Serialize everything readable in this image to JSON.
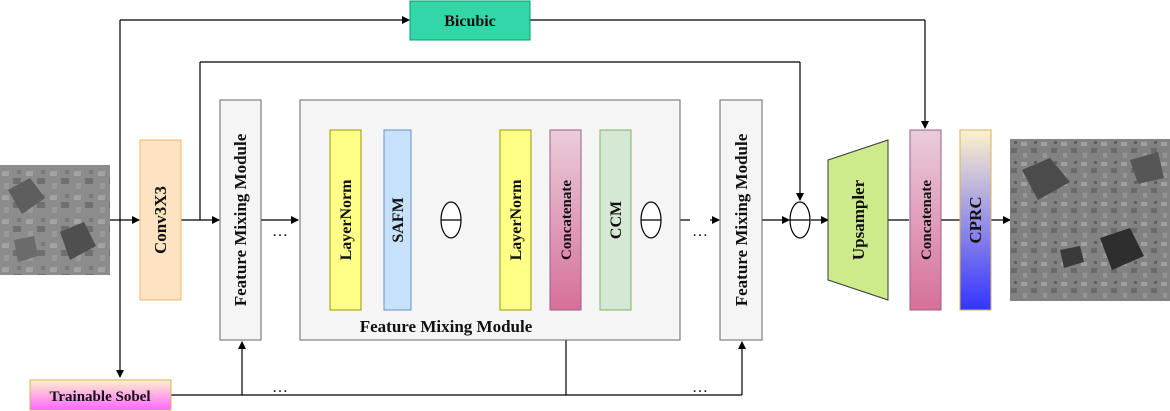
{
  "colors": {
    "bicubic_fill": "#33d6a6",
    "conv_fill": "#fde3c1",
    "conv_stroke": "#f5b56a",
    "fmm_fill": "#f5f5f5",
    "fmm_stroke": "#666666",
    "layernorm_fill": "#ffff88",
    "safm_fill": "#c7e0fb",
    "concat_top": "#eaccdc",
    "concat_bottom": "#d6709a",
    "ccm_fill": "#d5e8d4",
    "upsampler_fill": "#cdeb8b",
    "cprc_top": "#fff2cc",
    "cprc_bottom": "#3333ff",
    "sobel_top": "#fff2cc",
    "sobel_bottom": "#ff66ff"
  },
  "labels": {
    "bicubic": "Bicubic",
    "conv": "Conv3X3",
    "fmm": "Feature Mixing Module",
    "fmm_caption": "Feature Mixing Module",
    "layernorm": "LayerNorm",
    "safm": "SAFM",
    "concatenate": "Concatenate",
    "ccm": "CCM",
    "upsampler": "Upsampler",
    "cprc": "CPRC",
    "sobel": "Trainable Sobel",
    "ellipsis": "…"
  },
  "icons": {
    "input_image": "grayscale-micrograph-input",
    "output_image": "grayscale-micrograph-output",
    "adder": "circled-plus-icon"
  }
}
